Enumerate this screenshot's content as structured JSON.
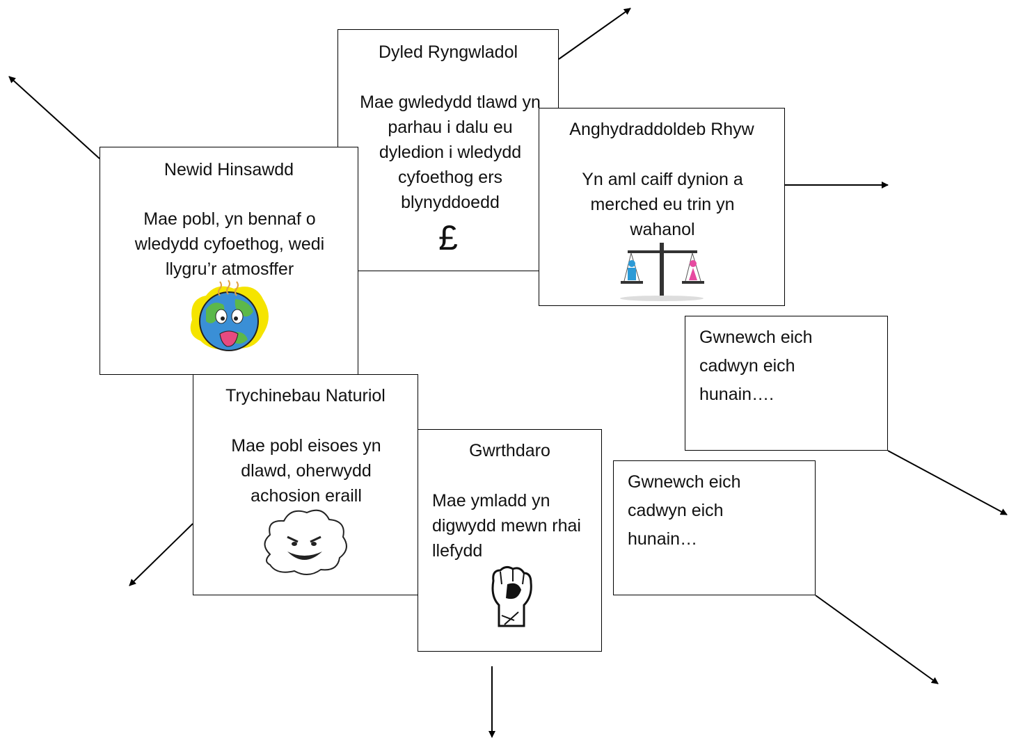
{
  "cards": {
    "debt": {
      "title": "Dyled Ryngwladol",
      "body": "Mae gwledydd tlawd yn parhau i dalu eu dyledion i wledydd cyfoethog ers blynyddoedd",
      "symbol": "£"
    },
    "gender": {
      "title": "Anghydraddoldeb Rhyw",
      "body": "Yn aml caiff dynion a merched eu trin yn wahanol",
      "icon": "scales-icon"
    },
    "climate": {
      "title": "Newid Hinsawdd",
      "body": "Mae pobl, yn bennaf o wledydd cyfoethog, wedi llygru’r atmosffer",
      "icon": "hot-earth-icon"
    },
    "disasters": {
      "title": "Trychinebau Naturiol",
      "body": "Mae pobl eisoes yn dlawd, oherwydd achosion eraill",
      "icon": "storm-cloud-icon"
    },
    "conflict": {
      "title": "Gwrthdaro",
      "body": "Mae ymladd yn digwydd mewn rhai llefydd",
      "icon": "fist-icon"
    },
    "own1": {
      "body": "Gwnewch eich cadwyn eich hunain…."
    },
    "own2": {
      "body": "Gwnewch eich cadwyn eich hunain…"
    }
  },
  "colors": {
    "border": "#000000",
    "earth_blue": "#3a8fd6",
    "earth_green": "#5cb84a",
    "sun_yellow": "#f5e400",
    "male_blue": "#2c9ad6",
    "female_pink": "#e64aa0"
  }
}
